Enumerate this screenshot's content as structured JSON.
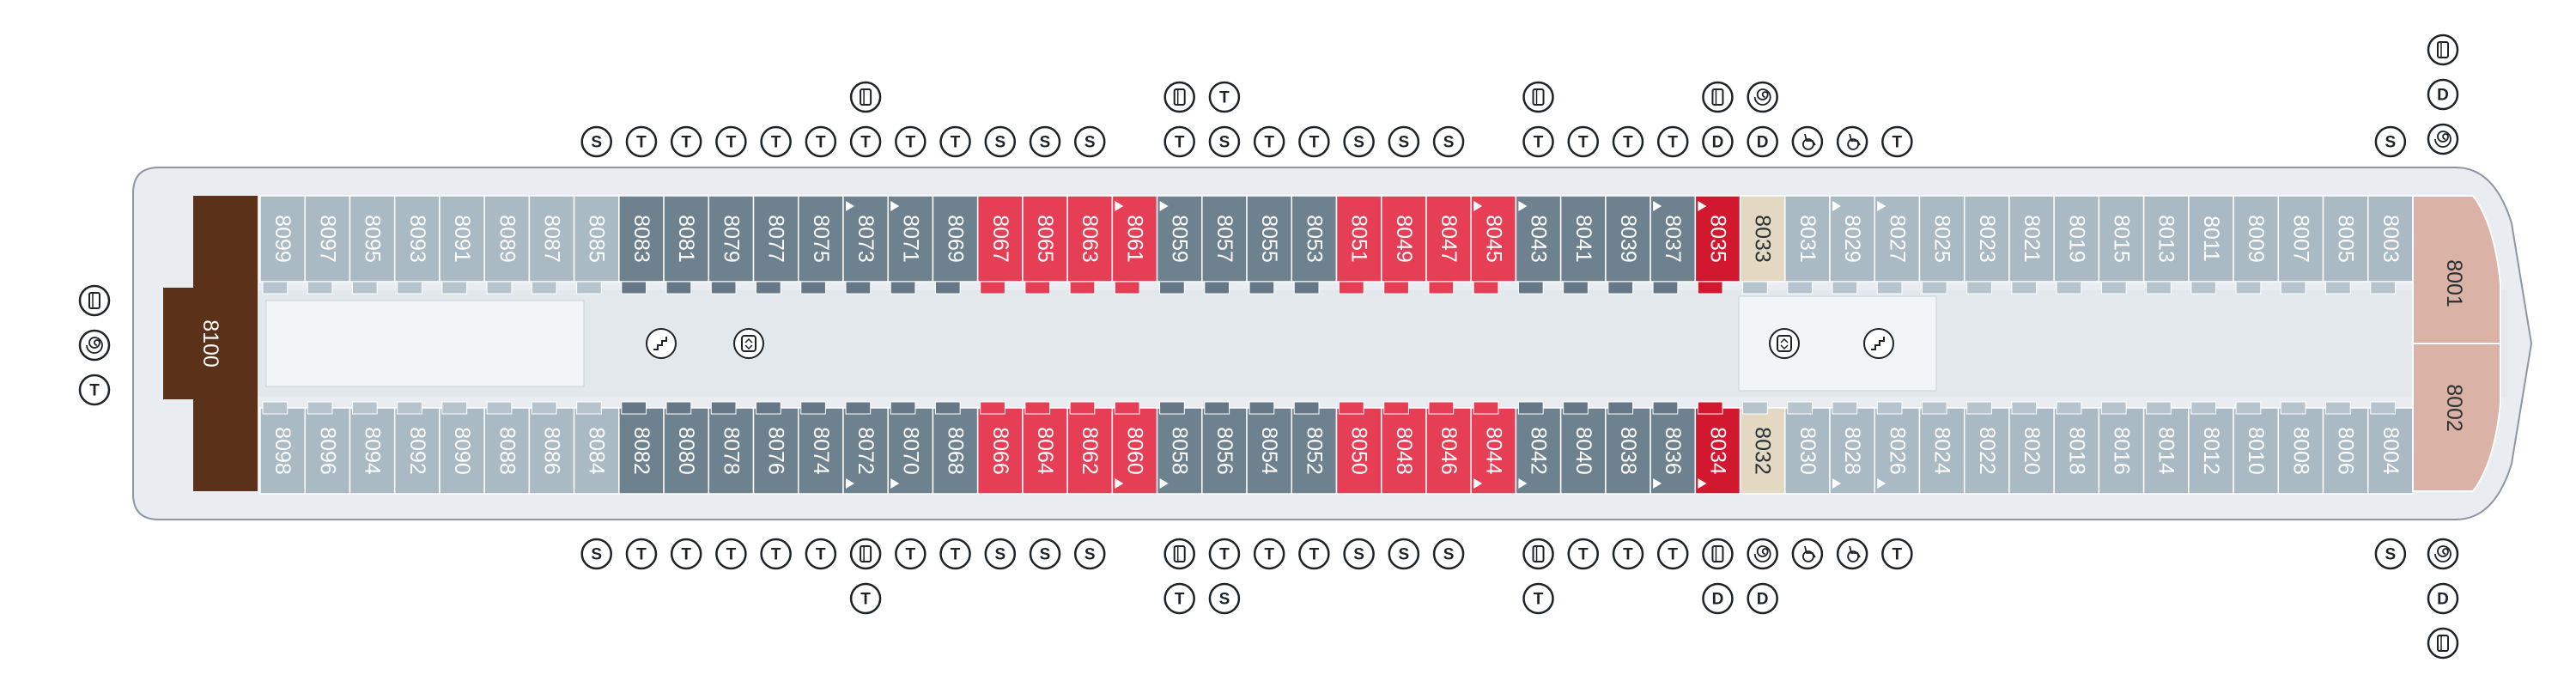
{
  "colors": {
    "hull": "#e9edf1",
    "hull_stroke": "#8d97a1",
    "corridor": "#e3e8ed",
    "light_cabin": "#a9bac4",
    "light_cabin_ext": "#b5c4cd",
    "dark_cabin": "#6e818f",
    "dark_cabin_ext": "#667887",
    "red_cabin": "#e53e55",
    "red_cabin_ext": "#e53e55",
    "deep_red_cabin": "#d1182f",
    "beige_cabin": "#e3d9c3",
    "pink_cabin": "#dbb3a6",
    "brown_suite": "#5b3119",
    "symbol_stroke": "#1c2226"
  },
  "legend_symbols": {
    "S": "sofa-bed",
    "T": "third-berth",
    "D": "double-sofa-bed",
    "bunk": "bunk-bed-icon",
    "swirl": "whirlpool-icon",
    "wheelchair": "accessible-cabin-icon"
  },
  "aft_suite": {
    "label": "8100"
  },
  "forward_suites": [
    {
      "label": "8001",
      "side": "top"
    },
    {
      "label": "8002",
      "side": "bottom"
    }
  ],
  "top_row": [
    {
      "label": "8099",
      "color": "light_cabin"
    },
    {
      "label": "8097",
      "color": "light_cabin"
    },
    {
      "label": "8095",
      "color": "light_cabin"
    },
    {
      "label": "8093",
      "color": "light_cabin"
    },
    {
      "label": "8091",
      "color": "light_cabin"
    },
    {
      "label": "8089",
      "color": "light_cabin"
    },
    {
      "label": "8087",
      "color": "light_cabin"
    },
    {
      "label": "8085",
      "color": "light_cabin",
      "symbols": [
        "S"
      ]
    },
    {
      "label": "8083",
      "color": "dark_cabin",
      "symbols": [
        "T"
      ]
    },
    {
      "label": "8081",
      "color": "dark_cabin",
      "symbols": [
        "T"
      ]
    },
    {
      "label": "8079",
      "color": "dark_cabin",
      "symbols": [
        "T"
      ]
    },
    {
      "label": "8077",
      "color": "dark_cabin",
      "symbols": [
        "T"
      ]
    },
    {
      "label": "8075",
      "color": "dark_cabin",
      "symbols": [
        "T"
      ]
    },
    {
      "label": "8073",
      "color": "dark_cabin",
      "symbols": [
        "bunk",
        "T"
      ],
      "marker": true
    },
    {
      "label": "8071",
      "color": "dark_cabin",
      "symbols": [
        "T"
      ],
      "marker": true
    },
    {
      "label": "8069",
      "color": "dark_cabin",
      "symbols": [
        "T"
      ]
    },
    {
      "label": "8067",
      "color": "red_cabin",
      "symbols": [
        "S"
      ]
    },
    {
      "label": "8065",
      "color": "red_cabin",
      "symbols": [
        "S"
      ]
    },
    {
      "label": "8063",
      "color": "red_cabin",
      "symbols": [
        "S"
      ]
    },
    {
      "label": "8061",
      "color": "red_cabin",
      "marker": true
    },
    {
      "label": "8059",
      "color": "dark_cabin",
      "symbols": [
        "bunk",
        "T"
      ],
      "marker": true
    },
    {
      "label": "8057",
      "color": "dark_cabin",
      "symbols": [
        "T",
        "S"
      ]
    },
    {
      "label": "8055",
      "color": "dark_cabin",
      "symbols": [
        "T"
      ]
    },
    {
      "label": "8053",
      "color": "dark_cabin",
      "symbols": [
        "T"
      ]
    },
    {
      "label": "8051",
      "color": "red_cabin",
      "symbols": [
        "S"
      ]
    },
    {
      "label": "8049",
      "color": "red_cabin",
      "symbols": [
        "S"
      ]
    },
    {
      "label": "8047",
      "color": "red_cabin",
      "symbols": [
        "S"
      ]
    },
    {
      "label": "8045",
      "color": "red_cabin",
      "marker": true
    },
    {
      "label": "8043",
      "color": "dark_cabin",
      "symbols": [
        "bunk",
        "T"
      ],
      "marker": true
    },
    {
      "label": "8041",
      "color": "dark_cabin",
      "symbols": [
        "T"
      ]
    },
    {
      "label": "8039",
      "color": "dark_cabin",
      "symbols": [
        "T"
      ]
    },
    {
      "label": "8037",
      "color": "dark_cabin",
      "symbols": [
        "T"
      ],
      "marker": true
    },
    {
      "label": "8035",
      "color": "deep_red_cabin",
      "symbols": [
        "bunk",
        "D"
      ],
      "marker": true
    },
    {
      "label": "8033",
      "color": "beige_cabin",
      "symbols": [
        "swirl",
        "D"
      ]
    },
    {
      "label": "8031",
      "color": "light_cabin",
      "symbols": [
        "wheelchair"
      ]
    },
    {
      "label": "8029",
      "color": "light_cabin",
      "symbols": [
        "wheelchair"
      ],
      "marker": true
    },
    {
      "label": "8027",
      "color": "light_cabin",
      "symbols": [
        "T"
      ],
      "marker": true
    },
    {
      "label": "8025",
      "color": "light_cabin"
    },
    {
      "label": "8023",
      "color": "light_cabin"
    },
    {
      "label": "8021",
      "color": "light_cabin"
    },
    {
      "label": "8019",
      "color": "light_cabin"
    },
    {
      "label": "8015",
      "color": "light_cabin"
    },
    {
      "label": "8013",
      "color": "light_cabin"
    },
    {
      "label": "8011",
      "color": "light_cabin"
    },
    {
      "label": "8009",
      "color": "light_cabin"
    },
    {
      "label": "8007",
      "color": "light_cabin"
    },
    {
      "label": "8005",
      "color": "light_cabin"
    },
    {
      "label": "8003",
      "color": "light_cabin",
      "symbols": [
        "S"
      ]
    }
  ],
  "bottom_row": [
    {
      "label": "8098",
      "color": "light_cabin"
    },
    {
      "label": "8096",
      "color": "light_cabin"
    },
    {
      "label": "8094",
      "color": "light_cabin"
    },
    {
      "label": "8092",
      "color": "light_cabin"
    },
    {
      "label": "8090",
      "color": "light_cabin"
    },
    {
      "label": "8088",
      "color": "light_cabin"
    },
    {
      "label": "8086",
      "color": "light_cabin"
    },
    {
      "label": "8084",
      "color": "light_cabin",
      "symbols": [
        "S"
      ]
    },
    {
      "label": "8082",
      "color": "dark_cabin",
      "symbols": [
        "T"
      ]
    },
    {
      "label": "8080",
      "color": "dark_cabin",
      "symbols": [
        "T"
      ]
    },
    {
      "label": "8078",
      "color": "dark_cabin",
      "symbols": [
        "T"
      ]
    },
    {
      "label": "8076",
      "color": "dark_cabin",
      "symbols": [
        "T"
      ]
    },
    {
      "label": "8074",
      "color": "dark_cabin",
      "symbols": [
        "T"
      ]
    },
    {
      "label": "8072",
      "color": "dark_cabin",
      "symbols": [
        "bunk",
        "T"
      ],
      "marker": true
    },
    {
      "label": "8070",
      "color": "dark_cabin",
      "symbols": [
        "T"
      ],
      "marker": true
    },
    {
      "label": "8068",
      "color": "dark_cabin",
      "symbols": [
        "T"
      ]
    },
    {
      "label": "8066",
      "color": "red_cabin",
      "symbols": [
        "S"
      ]
    },
    {
      "label": "8064",
      "color": "red_cabin",
      "symbols": [
        "S"
      ]
    },
    {
      "label": "8062",
      "color": "red_cabin",
      "symbols": [
        "S"
      ]
    },
    {
      "label": "8060",
      "color": "red_cabin",
      "marker": true
    },
    {
      "label": "8058",
      "color": "dark_cabin",
      "symbols": [
        "bunk",
        "T"
      ],
      "marker": true
    },
    {
      "label": "8056",
      "color": "dark_cabin",
      "symbols": [
        "T",
        "S"
      ]
    },
    {
      "label": "8054",
      "color": "dark_cabin",
      "symbols": [
        "T"
      ]
    },
    {
      "label": "8052",
      "color": "dark_cabin",
      "symbols": [
        "T"
      ]
    },
    {
      "label": "8050",
      "color": "red_cabin",
      "symbols": [
        "S"
      ]
    },
    {
      "label": "8048",
      "color": "red_cabin",
      "symbols": [
        "S"
      ]
    },
    {
      "label": "8046",
      "color": "red_cabin",
      "symbols": [
        "S"
      ]
    },
    {
      "label": "8044",
      "color": "red_cabin",
      "marker": true
    },
    {
      "label": "8042",
      "color": "dark_cabin",
      "symbols": [
        "bunk",
        "T"
      ],
      "marker": true
    },
    {
      "label": "8040",
      "color": "dark_cabin",
      "symbols": [
        "T"
      ]
    },
    {
      "label": "8038",
      "color": "dark_cabin",
      "symbols": [
        "T"
      ]
    },
    {
      "label": "8036",
      "color": "dark_cabin",
      "symbols": [
        "T"
      ],
      "marker": true
    },
    {
      "label": "8034",
      "color": "deep_red_cabin",
      "symbols": [
        "bunk",
        "D"
      ],
      "marker": true
    },
    {
      "label": "8032",
      "color": "beige_cabin",
      "symbols": [
        "swirl",
        "D"
      ]
    },
    {
      "label": "8030",
      "color": "light_cabin",
      "symbols": [
        "wheelchair"
      ]
    },
    {
      "label": "8028",
      "color": "light_cabin",
      "symbols": [
        "wheelchair"
      ],
      "marker": true
    },
    {
      "label": "8026",
      "color": "light_cabin",
      "symbols": [
        "T"
      ],
      "marker": true
    },
    {
      "label": "8024",
      "color": "light_cabin"
    },
    {
      "label": "8022",
      "color": "light_cabin"
    },
    {
      "label": "8020",
      "color": "light_cabin"
    },
    {
      "label": "8018",
      "color": "light_cabin"
    },
    {
      "label": "8016",
      "color": "light_cabin"
    },
    {
      "label": "8014",
      "color": "light_cabin"
    },
    {
      "label": "8012",
      "color": "light_cabin"
    },
    {
      "label": "8010",
      "color": "light_cabin"
    },
    {
      "label": "8008",
      "color": "light_cabin"
    },
    {
      "label": "8006",
      "color": "light_cabin"
    },
    {
      "label": "8004",
      "color": "light_cabin",
      "symbols": [
        "S"
      ]
    }
  ],
  "aft_symbols": [
    "bunk",
    "swirl",
    "T"
  ],
  "forward_top_symbols": [
    "bunk",
    "D",
    "swirl"
  ],
  "forward_bottom_symbols": [
    "swirl",
    "D",
    "bunk"
  ],
  "corridor_features": [
    {
      "kind": "stairs-icon",
      "position": "aft"
    },
    {
      "kind": "elevator-icon",
      "position": "aft"
    },
    {
      "kind": "elevator-icon",
      "position": "forward"
    },
    {
      "kind": "stairs-icon",
      "position": "forward"
    }
  ]
}
